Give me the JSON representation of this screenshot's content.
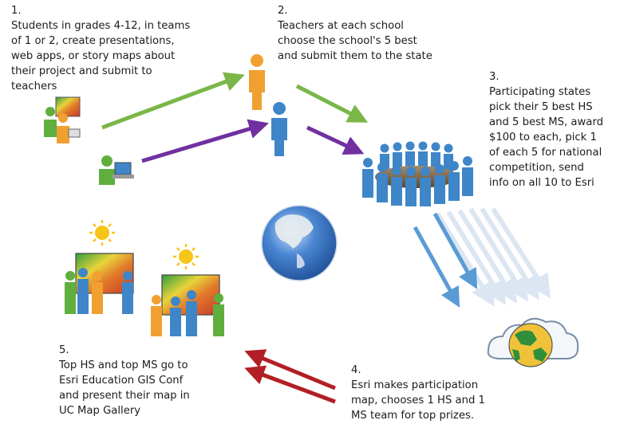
{
  "steps": [
    {
      "num": "1.",
      "lines": [
        "Students in grades 4-12, in teams",
        "of 1 or 2, create presentations,",
        "web apps, or story maps about",
        "their project and submit to",
        "teachers"
      ]
    },
    {
      "num": "2.",
      "lines": [
        "Teachers at each school",
        "choose the school's 5 best",
        "and submit them to the state"
      ]
    },
    {
      "num": "3.",
      "lines": [
        "Participating states",
        "pick their 5 best HS",
        "and 5 best MS, award",
        "$100 to each, pick 1",
        "of each 5 for national",
        "competition, send",
        "info on all 10 to Esri"
      ]
    },
    {
      "num": "4.",
      "lines": [
        "Esri makes participation",
        "map, chooses 1 HS and 1",
        "MS team for top prizes."
      ]
    },
    {
      "num": "5.",
      "lines": [
        "Top HS and top MS go to",
        "Esri Education GIS Conf",
        "and present their map in",
        "UC Map Gallery"
      ]
    }
  ],
  "colors": {
    "green_arrow": "#7ab648",
    "purple_arrow": "#7030a0",
    "red_arrow": "#b21f24",
    "blue_arrow": "#5b9bd5",
    "orange_person": "#f0a030",
    "blue_person": "#3e86c8",
    "green_person": "#5fae3e",
    "sun": "#f5c518",
    "globe_ocean": "#3a78c2"
  },
  "icons": [
    "students-team-icon",
    "student-laptop-icon",
    "teacher-orange-icon",
    "teacher-blue-icon",
    "state-committee-icon",
    "globe-icon",
    "esri-cloud-map-icon",
    "sun-icon",
    "presenters-map-icon"
  ]
}
